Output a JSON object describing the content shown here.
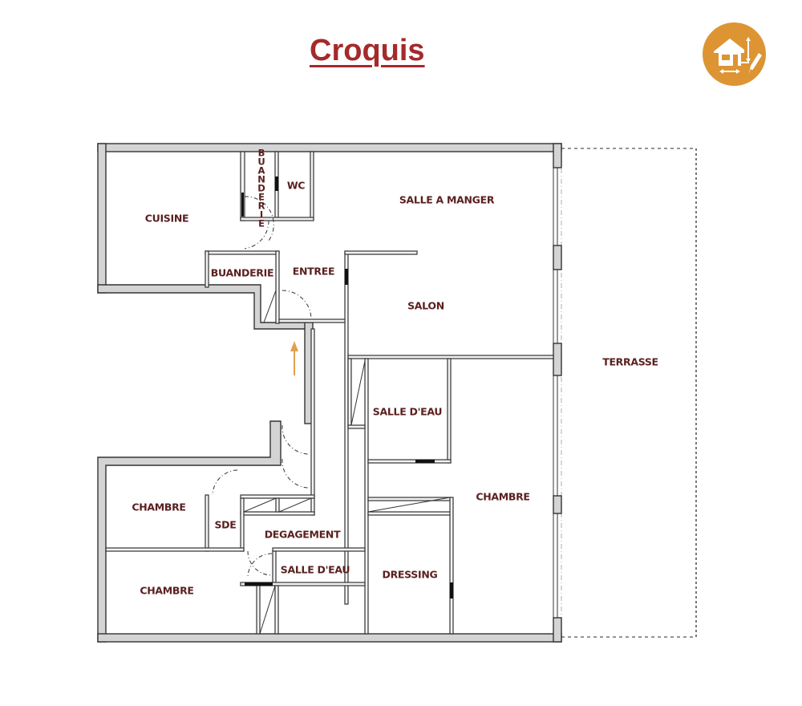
{
  "header": {
    "title": "Croquis",
    "logo_icon": "house-plan-pencil-icon",
    "logo_color": "#dd9433",
    "title_color": "#a52a2a"
  },
  "plan": {
    "wall_fill": "#d4d4d4",
    "wall_stroke": "#333333",
    "label_color": "#5a1f1f",
    "entrance_arrow_color": "#e0a050",
    "rooms": [
      {
        "id": "cuisine",
        "label": "CUISINE"
      },
      {
        "id": "buanderie-top",
        "label": "BUANDERIE"
      },
      {
        "id": "wc",
        "label": "WC"
      },
      {
        "id": "salle-a-manger",
        "label": "SALLE A MANGER"
      },
      {
        "id": "buanderie",
        "label": "BUANDERIE"
      },
      {
        "id": "entree",
        "label": "ENTREE"
      },
      {
        "id": "salon",
        "label": "SALON"
      },
      {
        "id": "terrasse",
        "label": "TERRASSE"
      },
      {
        "id": "salle-d-eau-1",
        "label": "SALLE D'EAU"
      },
      {
        "id": "chambre-1",
        "label": "CHAMBRE"
      },
      {
        "id": "chambre-2",
        "label": "CHAMBRE"
      },
      {
        "id": "sde",
        "label": "SDE"
      },
      {
        "id": "degagement",
        "label": "DEGAGEMENT"
      },
      {
        "id": "salle-d-eau-2",
        "label": "SALLE D'EAU"
      },
      {
        "id": "dressing",
        "label": "DRESSING"
      },
      {
        "id": "chambre-3",
        "label": "CHAMBRE"
      }
    ]
  }
}
